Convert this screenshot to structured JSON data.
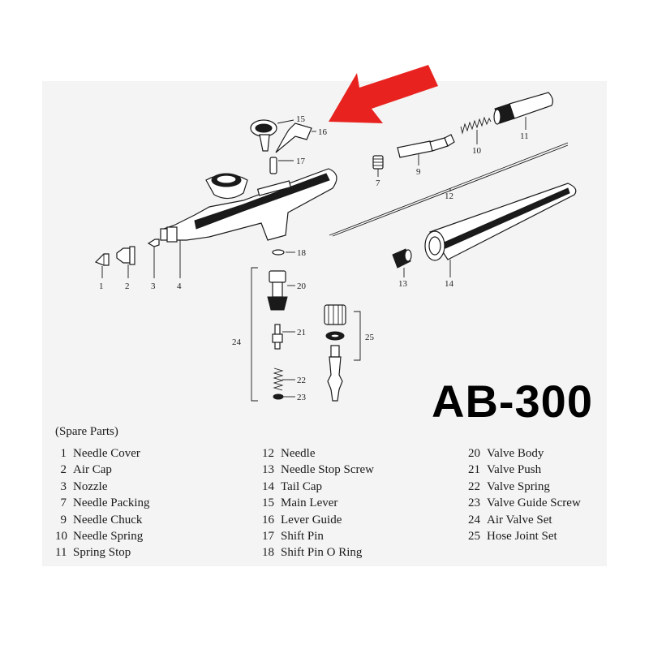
{
  "model": "AB-300",
  "legend_heading": "(Spare Parts)",
  "legend": [
    [
      {
        "num": "1",
        "name": "Needle Cover"
      },
      {
        "num": "2",
        "name": "Air Cap"
      },
      {
        "num": "3",
        "name": "Nozzle"
      },
      {
        "num": "7",
        "name": "Needle Packing"
      },
      {
        "num": "9",
        "name": "Needle Chuck"
      },
      {
        "num": "10",
        "name": "Needle Spring"
      },
      {
        "num": "11",
        "name": "Spring Stop"
      }
    ],
    [
      {
        "num": "12",
        "name": "Needle"
      },
      {
        "num": "13",
        "name": "Needle  Stop  Screw"
      },
      {
        "num": "14",
        "name": "Tail Cap"
      },
      {
        "num": "15",
        "name": "Main Lever"
      },
      {
        "num": "16",
        "name": "Lever Guide"
      },
      {
        "num": "17",
        "name": "Shift Pin"
      },
      {
        "num": "18",
        "name": "Shift Pin O Ring"
      }
    ],
    [
      {
        "num": "20",
        "name": "Valve Body"
      },
      {
        "num": "21",
        "name": "Valve Push"
      },
      {
        "num": "22",
        "name": "Valve  Spring"
      },
      {
        "num": "23",
        "name": "Valve Guide Screw"
      },
      {
        "num": "24",
        "name": "Air Valve Set"
      },
      {
        "num": "25",
        "name": "Hose Joint Set"
      }
    ]
  ],
  "callouts": {
    "c1": "1",
    "c2": "2",
    "c3": "3",
    "c4": "4",
    "c7": "7",
    "c9": "9",
    "c10": "10",
    "c11": "11",
    "c12": "12",
    "c13": "13",
    "c14": "14",
    "c15": "15",
    "c16": "16",
    "c17": "17",
    "c18": "18",
    "c20": "20",
    "c21": "21",
    "c22": "22",
    "c23": "23",
    "c24": "24",
    "c25": "25"
  },
  "colors": {
    "arrow": "#e8231f",
    "ink": "#1a1a1a",
    "sheet": "#f4f4f4"
  },
  "icons": {
    "pointer": "red-arrow-icon"
  }
}
